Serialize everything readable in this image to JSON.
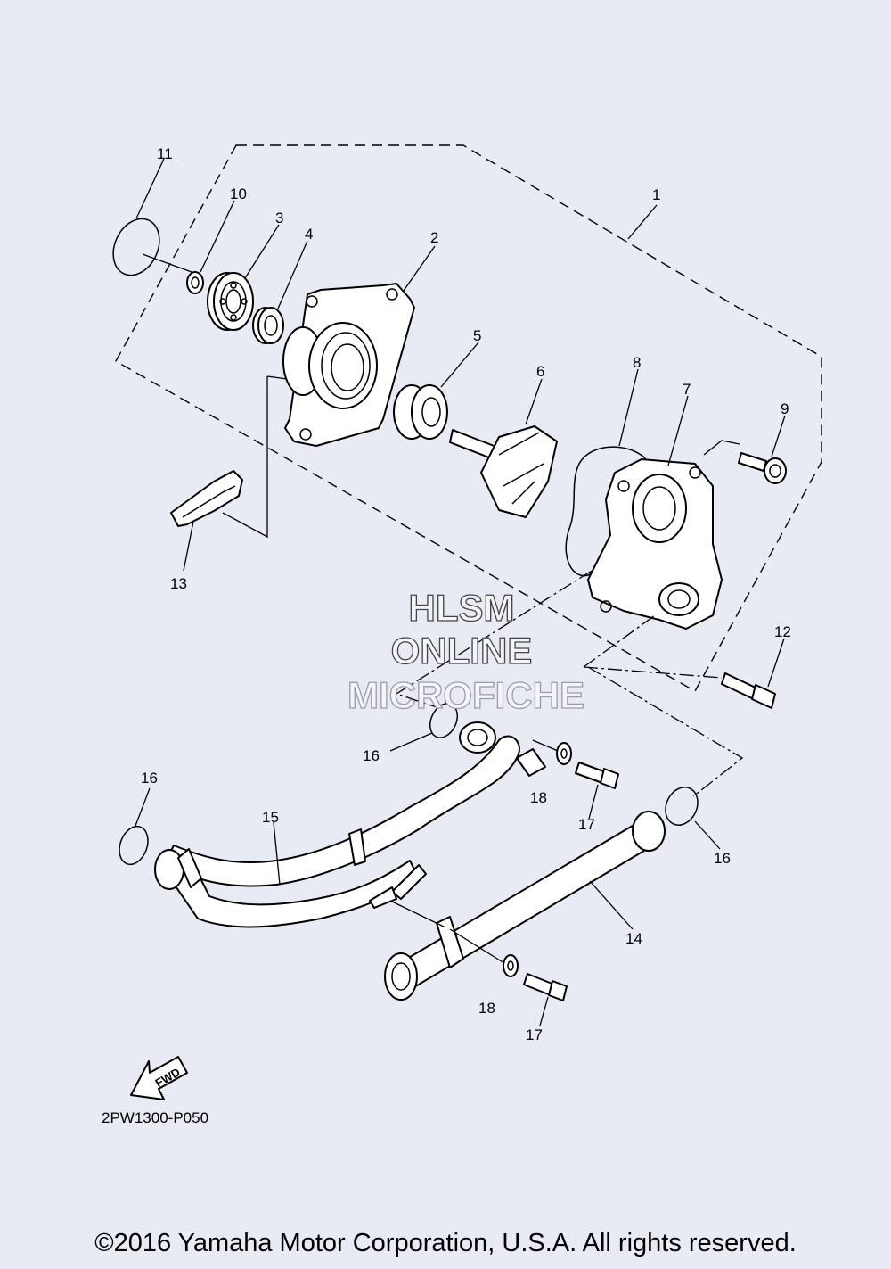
{
  "labels": {
    "p1": "1",
    "p2": "2",
    "p3": "3",
    "p4": "4",
    "p5": "5",
    "p6": "6",
    "p7": "7",
    "p8": "8",
    "p9": "9",
    "p10": "10",
    "p11": "11",
    "p12": "12",
    "p13": "13",
    "p14": "14",
    "p15": "15",
    "p16a": "16",
    "p16b": "16",
    "p16c": "16",
    "p17a": "17",
    "p17b": "17",
    "p18a": "18",
    "p18b": "18"
  },
  "watermark": {
    "line1": "HLSM",
    "line2": "ONLINE",
    "line3": "MICROFICHE"
  },
  "fwd_label": "FWD",
  "diagram_code": "2PW1300-P050",
  "copyright": "©2016 Yamaha Motor Corporation, U.S.A. All rights reserved."
}
